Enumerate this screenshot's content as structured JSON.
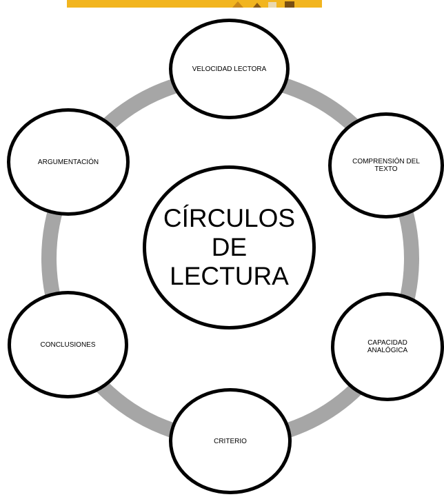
{
  "diagram": {
    "center_title": "CÍRCULOS\nDE\nLECTURA",
    "nodes": [
      {
        "id": "velocidad",
        "label": "VELOCIDAD LECTORA"
      },
      {
        "id": "comprension",
        "label": "COMPRENSIÓN DEL TEXTO"
      },
      {
        "id": "capacidad",
        "label": "CAPACIDAD ANALÓGICA"
      },
      {
        "id": "criterio",
        "label": "CRITERIO"
      },
      {
        "id": "conclusiones",
        "label": "CONCLUSIONES"
      },
      {
        "id": "argumentacion",
        "label": "ARGUMENTACIÓN"
      }
    ],
    "colors": {
      "ring": "#a6a6a6",
      "node_border": "#000000",
      "node_fill": "#ffffff",
      "banner": "#f2b51f"
    }
  }
}
